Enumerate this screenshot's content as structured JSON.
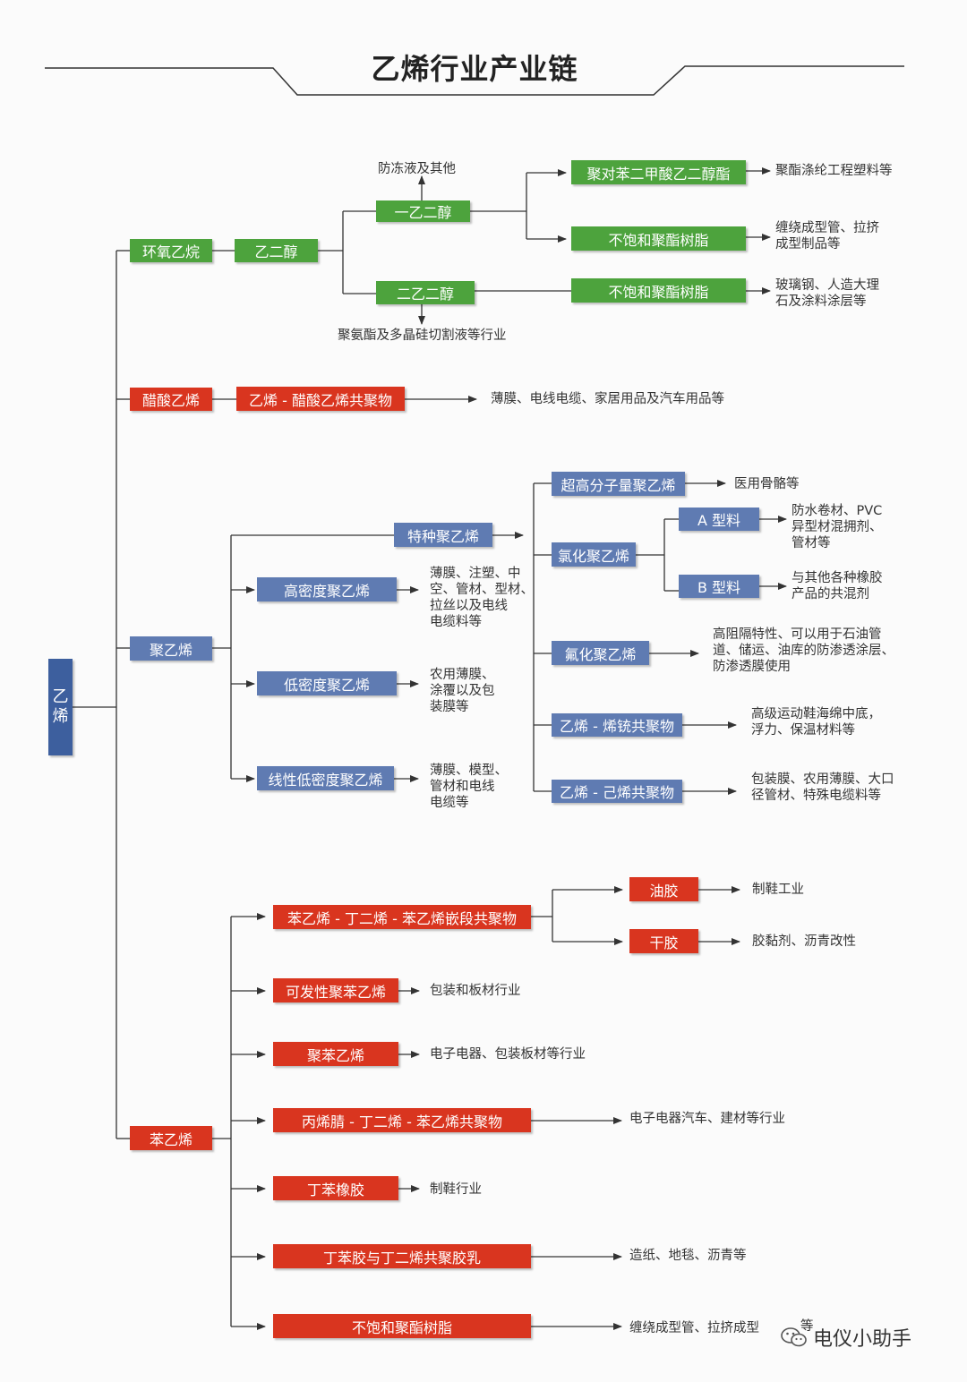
{
  "title": "乙烯行业产业链",
  "root": [
    "乙",
    "烯"
  ],
  "nodes": {
    "epoxy": "环氧乙烷",
    "glycol": "乙二醇",
    "meg": "一乙二醇",
    "deg": "二乙二醇",
    "pet": "聚对苯二甲酸乙二醇酯",
    "upr1": "不饱和聚酯树脂",
    "upr2": "不饱和聚酯树脂",
    "va": "醋酸乙烯",
    "eva": "乙烯 - 醋酸乙烯共聚物",
    "pe": "聚乙烯",
    "spe": "特种聚乙烯",
    "hdpe": "高密度聚乙烯",
    "ldpe": "低密度聚乙烯",
    "lldpe": "线性低密度聚乙烯",
    "uhmwpe": "超高分子量聚乙烯",
    "cpe": "氯化聚乙烯",
    "atype": "A 型料",
    "btype": "B 型料",
    "fpe": "氟化聚乙烯",
    "evoh": "乙烯 - 烯铳共聚物",
    "ehx": "乙烯 - 己烯共聚物",
    "styrene": "苯乙烯",
    "sbs": "苯乙烯 - 丁二烯 - 苯乙烯嵌段共聚物",
    "oil": "油胶",
    "dry": "干胶",
    "eps": "可发性聚苯乙烯",
    "ps": "聚苯乙烯",
    "abs": "丙烯腈 - 丁二烯 - 苯乙烯共聚物",
    "sbr": "丁苯橡胶",
    "sbl": "丁苯胶与丁二烯共聚胶乳",
    "upr3": "不饱和聚酯树脂"
  },
  "texts": {
    "antifreeze": "防冻液及其他",
    "pu": "聚氨酯及多晶硅切割液等行业",
    "pet_use": "聚酯涤纶工程塑料等",
    "upr1_use": "缠绕成型管、拉挤\n成型制品等",
    "upr2_use": "玻璃钢、人造大理\n石及涂料涂层等",
    "eva_use": "薄膜、电线电缆、家居用品及汽车用品等",
    "uhmwpe_use": "医用骨骼等",
    "atype_use": "防水卷材、PVC\n异型材混拥剂、\n管材等",
    "btype_use": "与其他各种橡胶\n产品的共混剂",
    "hdpe_use": "薄膜、注塑、中\n空、管材、型材、\n拉丝以及电线\n电缆料等",
    "ldpe_use": "农用薄膜、\n涂覆以及包\n装膜等",
    "lldpe_use": "薄膜、模型、\n管材和电线\n电缆等",
    "fpe_use": "高阻隔特性、可以用于石油管\n道、储运、油库的防渗透涂层、\n防渗透膜使用",
    "evoh_use": "高级运动鞋海绵中底，\n浮力、保温材料等",
    "ehx_use": "包装膜、农用薄膜、大口\n径管材、特殊电缆料等",
    "oil_use": "制鞋工业",
    "dry_use": "胶黏剂、沥青改性",
    "eps_use": "包装和板材行业",
    "ps_use": "电子电器、包装板材等行业",
    "abs_use": "电子电器汽车、建材等行业",
    "sbr_use": "制鞋行业",
    "sbl_use": "造纸、地毯、沥青等",
    "upr3_use": "缠绕成型管、拉挤成型"
  },
  "watermark": {
    "text": "电仪小助手",
    "icon": "wechat-icon",
    "tail": "等"
  },
  "colors": {
    "green": "#4da33d",
    "red": "#d9351f",
    "blue": "#5f7bb2",
    "root_blue": "#3d5f9e",
    "line": "#333333"
  }
}
